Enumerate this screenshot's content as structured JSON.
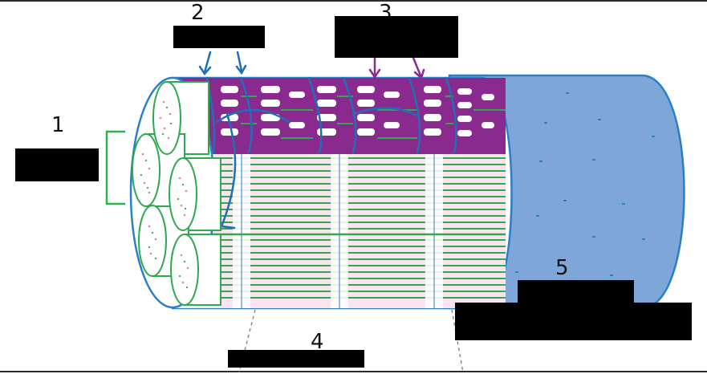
{
  "labels": [
    {
      "number": "1",
      "answer": ""
    },
    {
      "number": "2",
      "answer": ""
    },
    {
      "number": "3",
      "answer": ""
    },
    {
      "number": "4",
      "answer": ""
    },
    {
      "number": "5",
      "answer": ""
    }
  ],
  "colors": {
    "myofibril_green": "#2fa84f",
    "sarcomere_pink": "#f3b9d6",
    "sarcoplasmic_reticulum": "#8b2a8e",
    "t_tubule_blue": "#1f6fb8",
    "sarcolemma_fill": "#7ea6d9",
    "outline_blue": "#2a7fc9",
    "bracket_green": "#2bb24c",
    "label_mask": "#000000"
  }
}
